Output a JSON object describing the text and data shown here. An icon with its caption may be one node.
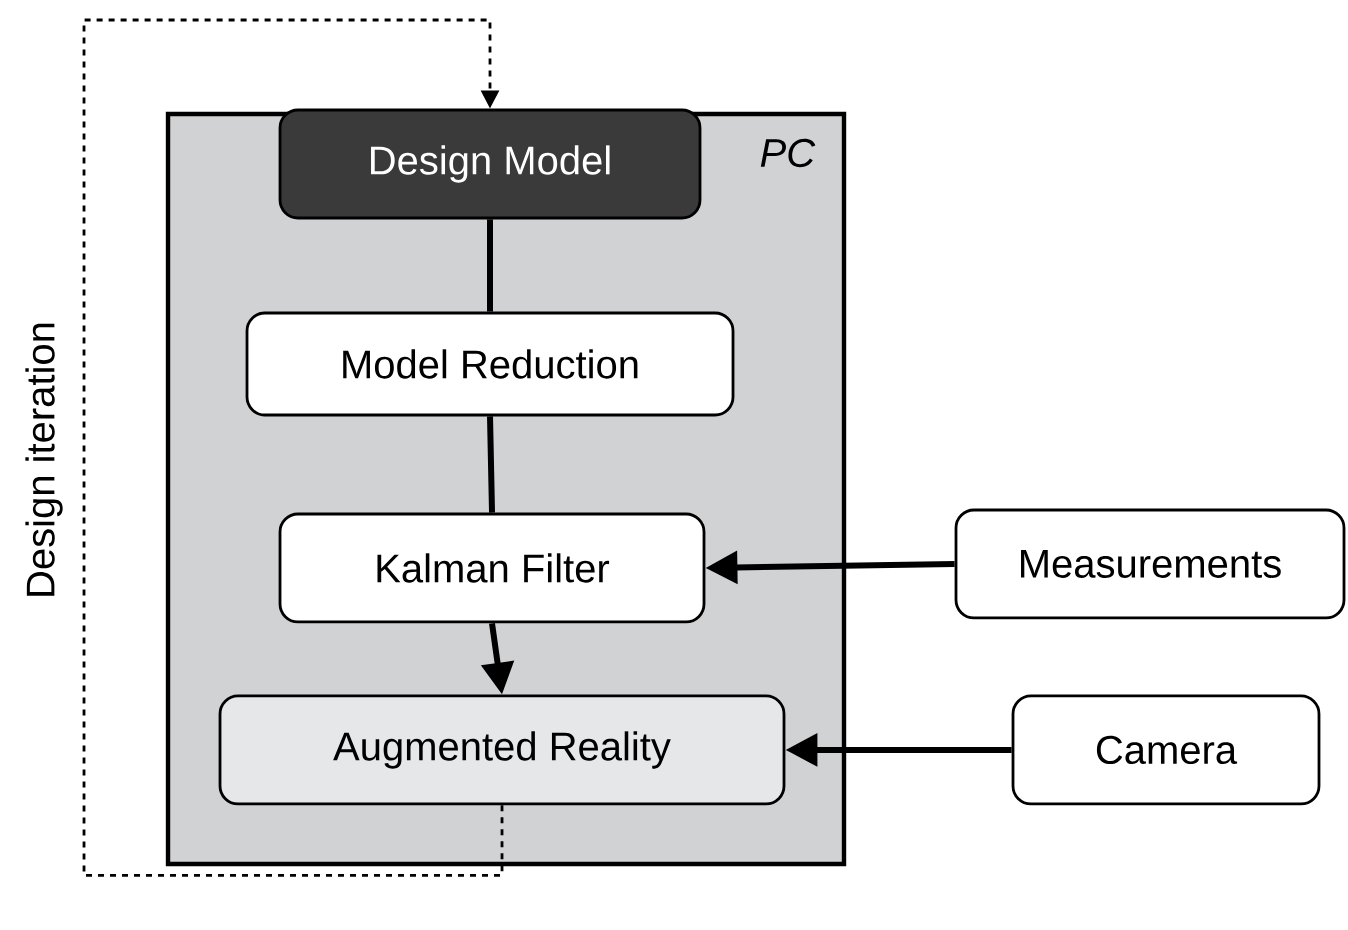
{
  "diagram": {
    "nodes": [
      {
        "text": [
          "PC"
        ]
      },
      {
        "text": [
          "Design Model"
        ],
        "in": 0
      },
      {
        "text": [
          "Model Reduction"
        ],
        "in": 0
      },
      {
        "text": [
          "Kalman Filter"
        ],
        "in": 0
      },
      {
        "text": [
          "Augmented Reality"
        ],
        "in": 0
      },
      {
        "text": [
          "Measurements"
        ]
      },
      {
        "text": [
          "Camera"
        ]
      }
    ],
    "edges": [
      {
        "from": 1,
        "to": 2,
        "arrow": "none"
      },
      {
        "from": 2,
        "to": 3,
        "arrow": "none"
      },
      {
        "from": 3,
        "to": 4,
        "arrow": "to"
      },
      {
        "from": 5,
        "to": 3,
        "arrow": "to"
      },
      {
        "from": 6,
        "to": 4,
        "arrow": "to"
      },
      {
        "from": 4,
        "to": 1,
        "arrow": "to",
        "style": "dashed",
        "label": "Design iteration"
      }
    ]
  }
}
